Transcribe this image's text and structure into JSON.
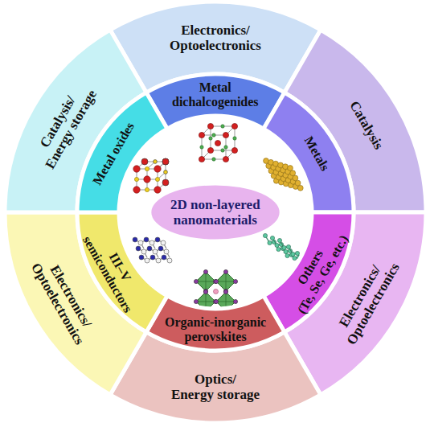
{
  "diagram": {
    "nodes": [
      {
        "text": [
          "2D non-layered nanomaterials"
        ]
      },
      {
        "text": [
          "Electronics/ Optoelectronics"
        ]
      },
      {
        "text": [
          "Metal dichalcogenides"
        ]
      },
      {
        "text": [
          "Catalysis"
        ]
      },
      {
        "text": [
          "Metals"
        ]
      },
      {
        "text": [
          "Electronics/ Optoelectronics"
        ]
      },
      {
        "text": [
          "Others (Te, Se, Ge, etc.)"
        ]
      },
      {
        "text": [
          "Optics/ Energy storage"
        ]
      },
      {
        "text": [
          "Organic-inorganic perovskites"
        ]
      },
      {
        "text": [
          "Electronics/ Optoelectronics"
        ]
      },
      {
        "text": [
          "III–V semiconductors"
        ]
      },
      {
        "text": [
          "Catalysis/ Energy storage"
        ]
      },
      {
        "text": [
          "Metal oxides"
        ]
      }
    ]
  }
}
